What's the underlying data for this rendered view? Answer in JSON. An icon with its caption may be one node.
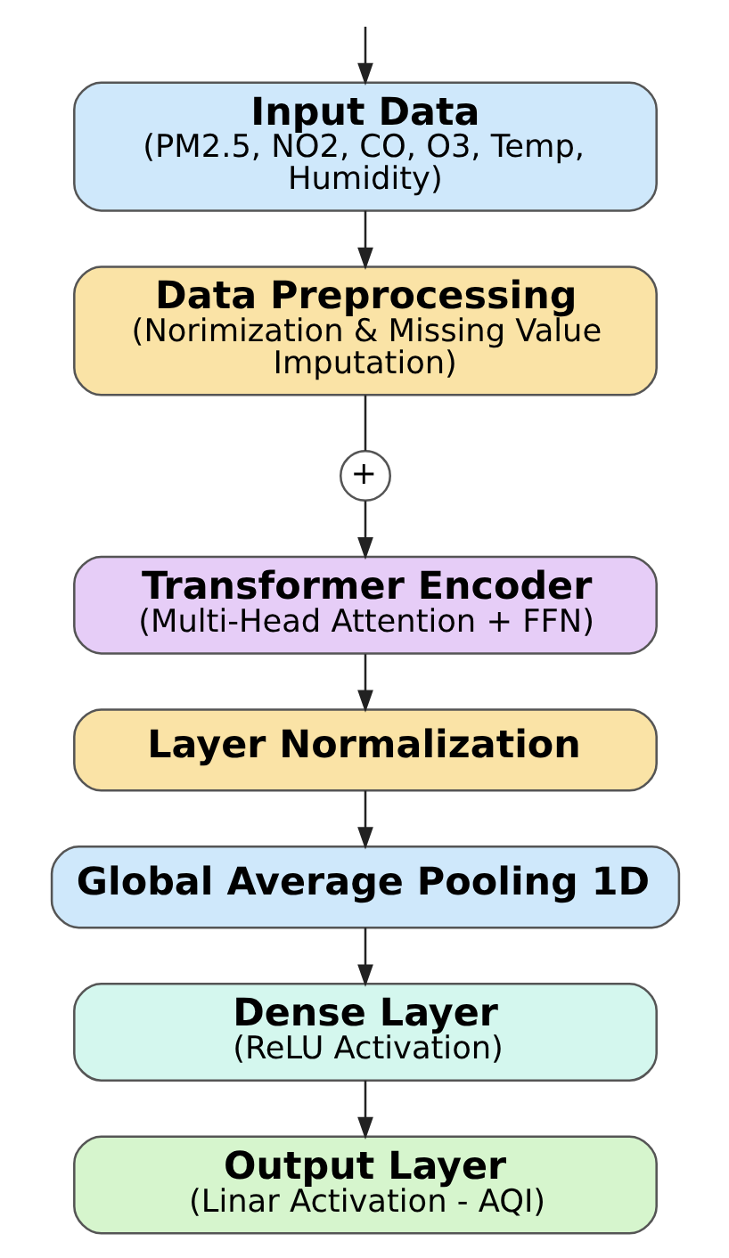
{
  "diagram": {
    "nodes": [
      {
        "text": [
          "Input Data",
          "(PM2.5, NO2, CO, O3, Temp, Humidity)"
        ]
      },
      {
        "text": [
          "Data Preprocessing",
          "(Norimization & Missing Value Imputation)"
        ]
      },
      {
        "text": [
          "+"
        ]
      },
      {
        "text": [
          "Transformer Encoder",
          "(Multi-Head Attention + FFN)"
        ]
      },
      {
        "text": [
          "Layer Normalization"
        ]
      },
      {
        "text": [
          "Global Average Pooling 1D"
        ]
      },
      {
        "text": [
          "Dense Layer",
          "(ReLU Activation)"
        ]
      },
      {
        "text": [
          "Output Layer",
          "(Linar Activation - AQI)"
        ]
      }
    ],
    "edges": [
      {
        "from": null,
        "to": 0,
        "arrow": "to"
      },
      {
        "from": 0,
        "to": 1,
        "arrow": "to"
      },
      {
        "from": 1,
        "to": 2,
        "arrow": "none"
      },
      {
        "from": 2,
        "to": 3,
        "arrow": "to"
      },
      {
        "from": 3,
        "to": 4,
        "arrow": "to"
      },
      {
        "from": 4,
        "to": 5,
        "arrow": "to"
      },
      {
        "from": 5,
        "to": 6,
        "arrow": "to"
      },
      {
        "from": 6,
        "to": 7,
        "arrow": "to"
      }
    ]
  }
}
